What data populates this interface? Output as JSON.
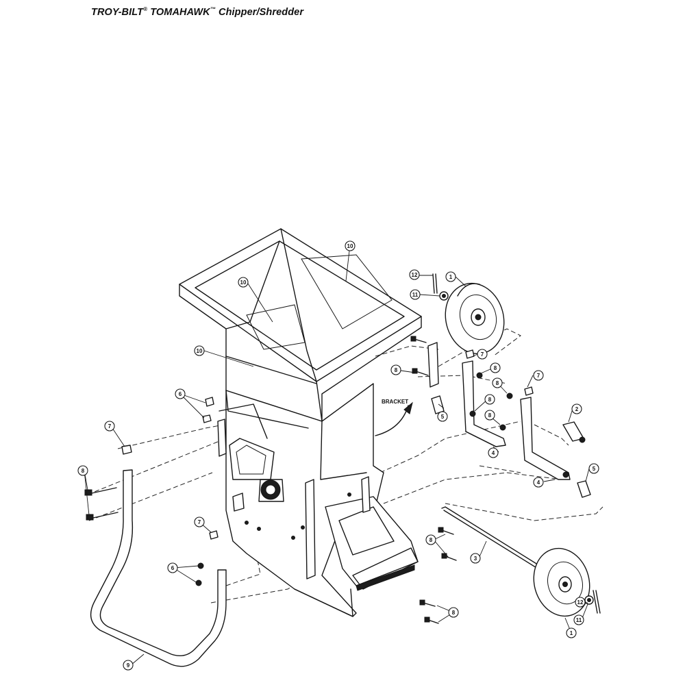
{
  "title": {
    "brand": "TROY-BILT",
    "brand_mark": "®",
    "model": "TOMAHAWK",
    "model_mark": "™",
    "product": "Chipper/Shredder"
  },
  "labels": {
    "bracket": "BRACKET"
  },
  "callouts": [
    "10",
    "10",
    "10",
    "12",
    "1",
    "11",
    "7",
    "8",
    "8",
    "7",
    "8",
    "8",
    "8",
    "2",
    "5",
    "5",
    "4",
    "4",
    "6",
    "7",
    "8",
    "7",
    "6",
    "8",
    "3",
    "8",
    "12",
    "11",
    "1",
    "9"
  ]
}
